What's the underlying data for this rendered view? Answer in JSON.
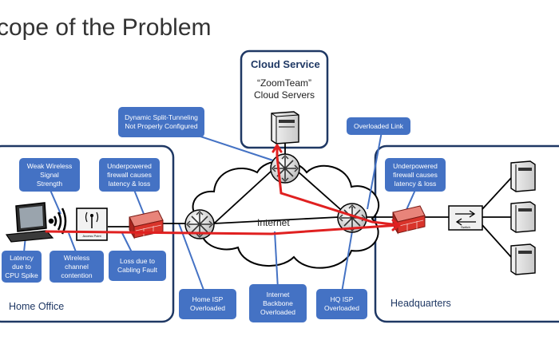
{
  "title": "cope of the Problem",
  "internet_label": "Internet",
  "cloud_service": {
    "title": "Cloud Service",
    "servers_label": "“ZoomTeam”\nCloud Servers"
  },
  "panels": {
    "home_office": "Home Office",
    "headquarters": "Headquarters"
  },
  "callouts": {
    "split_tunnel": "Dynamic Split-Tunneling\nNot Properly Configured",
    "overloaded_link": "Overloaded Link",
    "weak_wireless": "Weak Wireless\nSignal\nStrength",
    "home_firewall": "Underpowered\nfirewall causes\nlatency & loss",
    "hq_firewall": "Underpowered\nfirewall causes\nlatency & loss",
    "latency_cpu": "Latency\ndue to\nCPU Spike",
    "wireless_contention": "Wireless\nchannel\ncontention",
    "cabling_fault": "Loss due to\nCabling Fault",
    "home_isp": "Home ISP\nOverloaded",
    "internet_backbone": "Internet\nBackbone\nOverloaded",
    "hq_isp": "HQ ISP\nOverloaded"
  },
  "device_labels": {
    "access_point": "Access Point",
    "switch": "Switch"
  },
  "colors": {
    "callout_blue": "#4472c4",
    "panel_border": "#1f3864",
    "problem_path": "#e02020",
    "firewall_red": "#d9342b"
  }
}
